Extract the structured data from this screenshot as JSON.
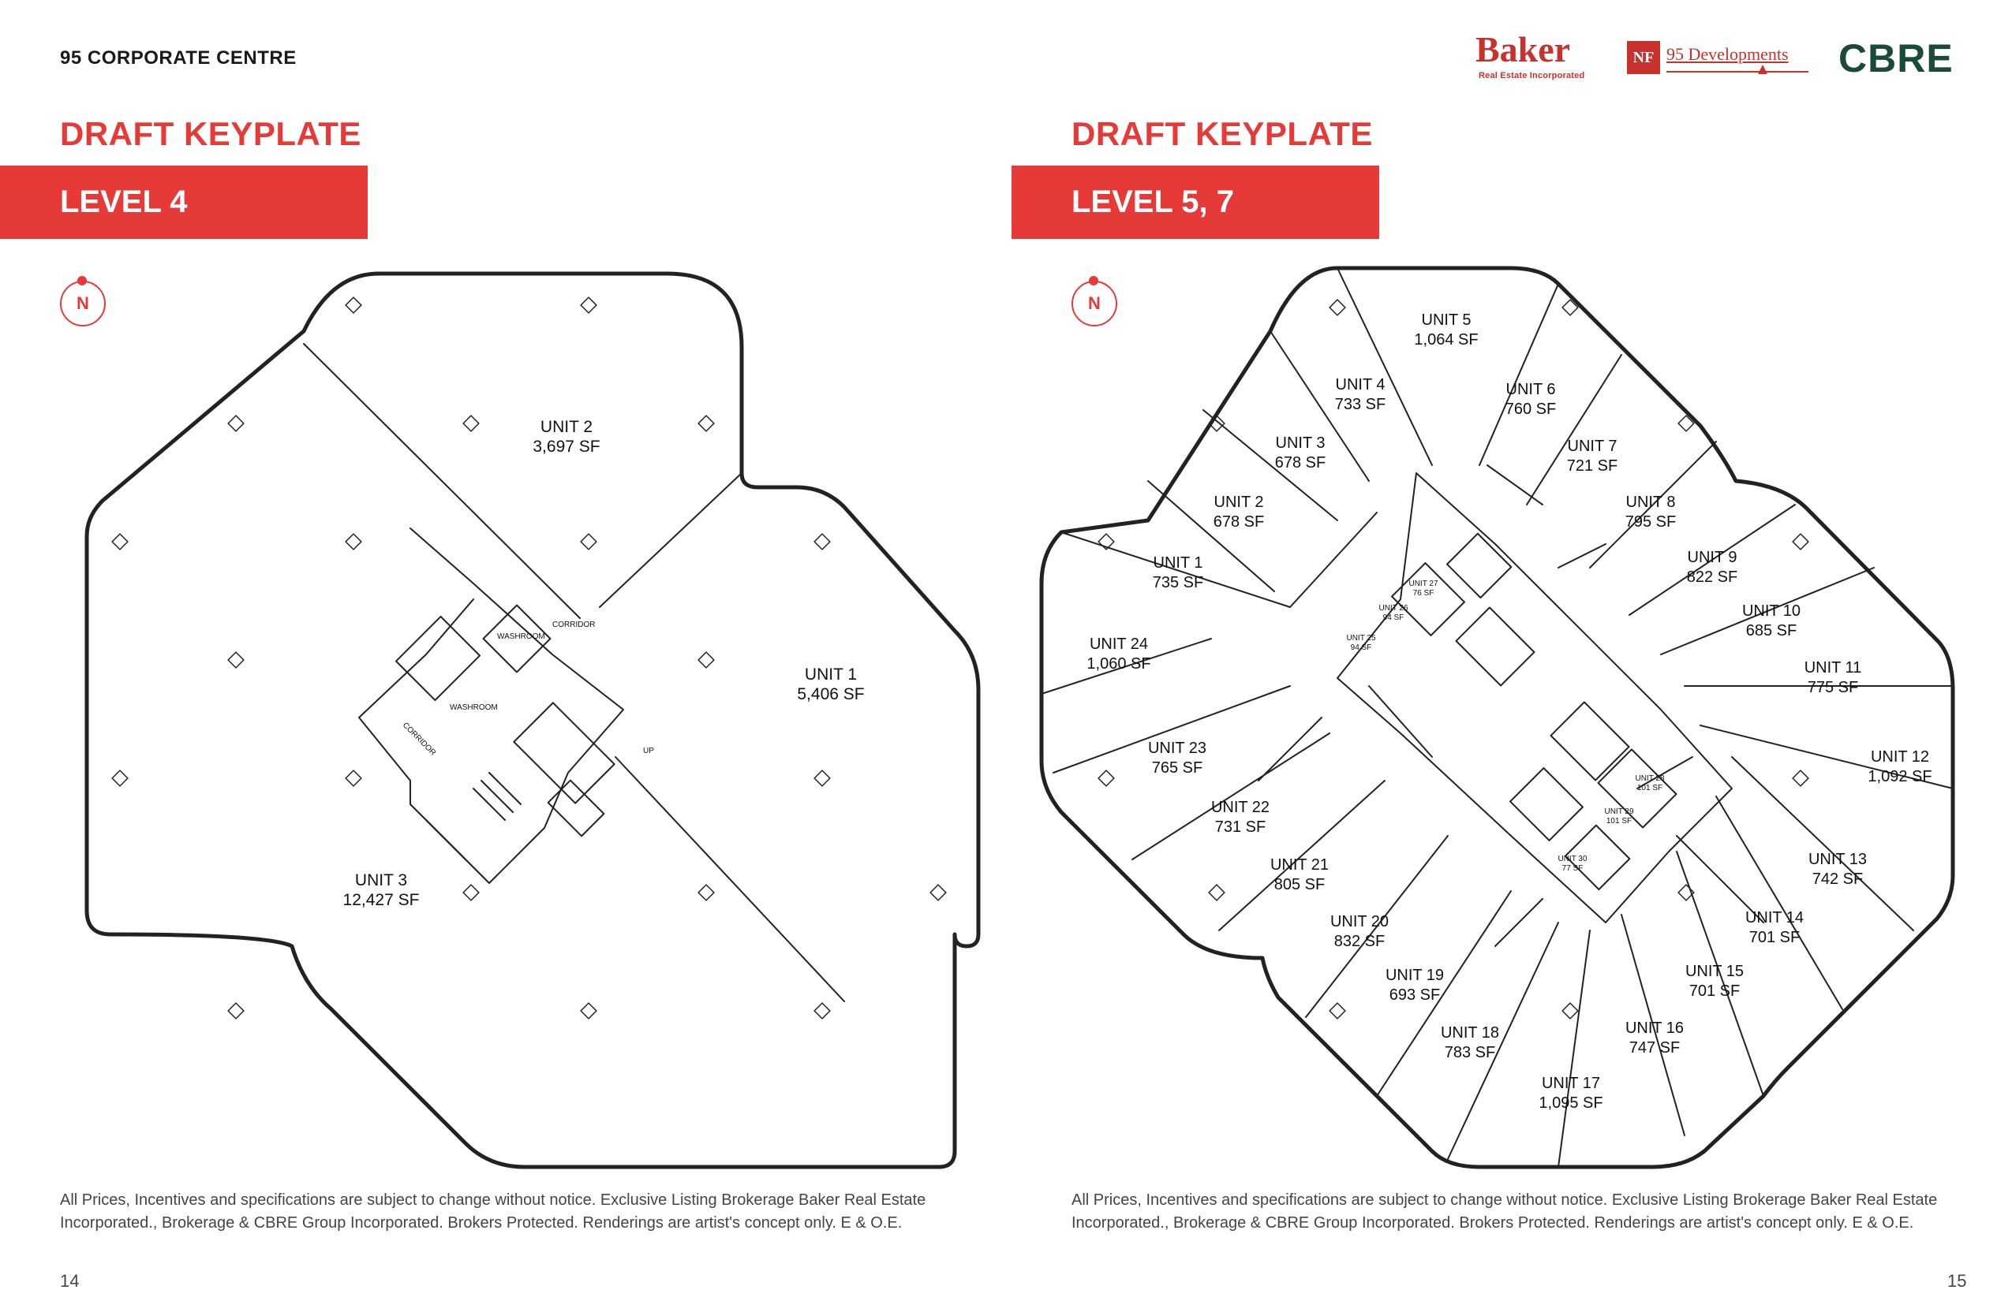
{
  "header": {
    "project": "95 CORPORATE CENTRE",
    "logos": {
      "baker": "Baker",
      "baker_sub": "Real Estate Incorporated",
      "nf_mark": "NF",
      "nf_name": "95 Developments",
      "cbre": "CBRE"
    }
  },
  "colors": {
    "accent": "#e53a38",
    "baker_red": "#c8322d",
    "cbre_green": "#1a4a3a"
  },
  "left_page": {
    "draft_title": "DRAFT KEYPLATE",
    "level": "LEVEL 4",
    "compass": "N",
    "units": [
      {
        "name": "UNIT 2",
        "area": "3,697 SF"
      },
      {
        "name": "UNIT 1",
        "area": "5,406 SF"
      },
      {
        "name": "UNIT 3",
        "area": "12,427 SF"
      }
    ],
    "core_labels": {
      "washroom_1": "WASHROOM",
      "washroom_2": "WASHROOM",
      "corridor_1": "CORRIDOR",
      "corridor_2": "CORRIDOR",
      "up": "UP"
    },
    "disclaimer": "All Prices, Incentives and specifications are subject to change without notice. Exclusive Listing Brokerage Baker Real Estate Incorporated., Brokerage & CBRE Group Incorporated. Brokers Protected. Renderings are artist's concept only. E & O.E.",
    "page_number": "14"
  },
  "right_page": {
    "draft_title": "DRAFT KEYPLATE",
    "level": "LEVEL 5, 7",
    "compass": "N",
    "units": [
      {
        "name": "UNIT 5",
        "area": "1,064 SF"
      },
      {
        "name": "UNIT 4",
        "area": "733 SF"
      },
      {
        "name": "UNIT 6",
        "area": "760 SF"
      },
      {
        "name": "UNIT 3",
        "area": "678 SF"
      },
      {
        "name": "UNIT 7",
        "area": "721 SF"
      },
      {
        "name": "UNIT 2",
        "area": "678 SF"
      },
      {
        "name": "UNIT 8",
        "area": "795 SF"
      },
      {
        "name": "UNIT 1",
        "area": "735 SF"
      },
      {
        "name": "UNIT 9",
        "area": "822 SF"
      },
      {
        "name": "UNIT 10",
        "area": "685 SF"
      },
      {
        "name": "UNIT 24",
        "area": "1,060 SF"
      },
      {
        "name": "UNIT 11",
        "area": "775 SF"
      },
      {
        "name": "UNIT 23",
        "area": "765 SF"
      },
      {
        "name": "UNIT 12",
        "area": "1,092 SF"
      },
      {
        "name": "UNIT 22",
        "area": "731 SF"
      },
      {
        "name": "UNIT 13",
        "area": "742 SF"
      },
      {
        "name": "UNIT 21",
        "area": "805 SF"
      },
      {
        "name": "UNIT 14",
        "area": "701 SF"
      },
      {
        "name": "UNIT 20",
        "area": "832 SF"
      },
      {
        "name": "UNIT 15",
        "area": "701 SF"
      },
      {
        "name": "UNIT 19",
        "area": "693 SF"
      },
      {
        "name": "UNIT 16",
        "area": "747 SF"
      },
      {
        "name": "UNIT 18",
        "area": "783 SF"
      },
      {
        "name": "UNIT 17",
        "area": "1,095 SF"
      }
    ],
    "core_units": [
      {
        "name": "UNIT 27",
        "area": "76 SF"
      },
      {
        "name": "UNIT 26",
        "area": "94 SF"
      },
      {
        "name": "UNIT 25",
        "area": "94 SF"
      },
      {
        "name": "UNIT 28",
        "area": "101 SF"
      },
      {
        "name": "UNIT 29",
        "area": "101 SF"
      },
      {
        "name": "UNIT 30",
        "area": "77 SF"
      }
    ],
    "disclaimer": "All Prices, Incentives and specifications are subject to change without notice. Exclusive Listing Brokerage Baker Real Estate Incorporated., Brokerage & CBRE Group Incorporated. Brokers Protected. Renderings are artist's concept only. E & O.E.",
    "page_number": "15"
  }
}
